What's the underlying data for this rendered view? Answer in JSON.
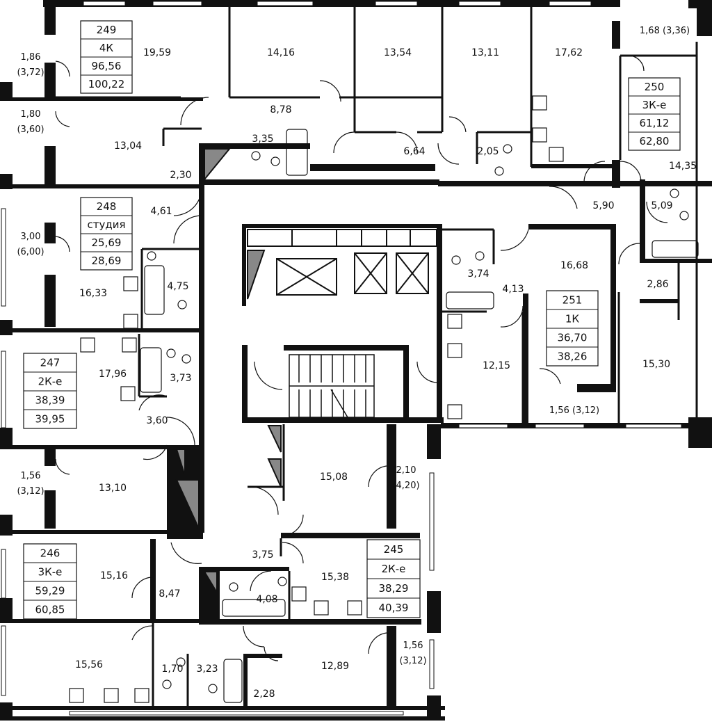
{
  "apartments": [
    {
      "id": "apt-249",
      "number": "249",
      "rooms": "4К",
      "area_living": "96,56",
      "area_total": "100,22"
    },
    {
      "id": "apt-250",
      "number": "250",
      "rooms": "3К-е",
      "area_living": "61,12",
      "area_total": "62,80"
    },
    {
      "id": "apt-248",
      "number": "248",
      "rooms": "студия",
      "area_living": "25,69",
      "area_total": "28,69"
    },
    {
      "id": "apt-251",
      "number": "251",
      "rooms": "1К",
      "area_living": "36,70",
      "area_total": "38,26"
    },
    {
      "id": "apt-247",
      "number": "247",
      "rooms": "2К-е",
      "area_living": "38,39",
      "area_total": "39,95"
    },
    {
      "id": "apt-246",
      "number": "246",
      "rooms": "3К-е",
      "area_living": "59,29",
      "area_total": "60,85"
    },
    {
      "id": "apt-245",
      "number": "245",
      "rooms": "2К-е",
      "area_living": "38,29",
      "area_total": "40,39"
    }
  ],
  "rooms": [
    "19,59",
    "14,16",
    "13,54",
    "13,11",
    "17,62",
    "8,78",
    "3,35",
    "13,04",
    "2,30",
    "6,64",
    "2,05",
    "14,35",
    "5,90",
    "5,09",
    "4,61",
    "4,75",
    "16,33",
    "3,74",
    "4,13",
    "16,68",
    "2,86",
    "12,15",
    "15,30",
    "17,96",
    "3,73",
    "3,60",
    "13,10",
    "15,08",
    "15,16",
    "8,47",
    "3,75",
    "15,38",
    "4,08",
    "15,56",
    "1,70",
    "3,23",
    "12,89",
    "2,28"
  ],
  "balconies": [
    {
      "area": "1,86",
      "area_reduced": "(3,72)"
    },
    {
      "area": "1,80",
      "area_reduced": "(3,60)"
    },
    {
      "area": "3,00",
      "area_reduced": "(6,00)"
    },
    {
      "area": "1,56",
      "area_reduced": "(3,12)"
    },
    {
      "area": "2,10",
      "area_reduced": "(4,20)"
    },
    {
      "area": "1,56",
      "area_reduced": "(3,12)"
    },
    {
      "text": "1,68 (3,36)"
    },
    {
      "text": "1,56 (3,12)"
    }
  ]
}
